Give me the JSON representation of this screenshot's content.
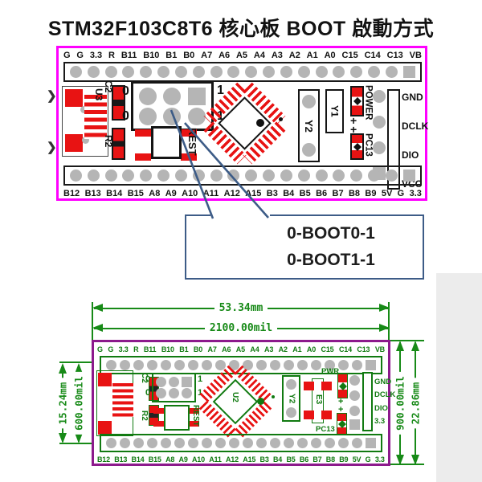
{
  "title": "STM32F103C8T6 核心板 BOOT 啟動方式",
  "colors": {
    "top_board_border": "#ff00ff",
    "bottom_board_border": "#8c1a8c",
    "cad_green": "#178a17",
    "component_red": "#e81313",
    "callout_blue": "#3d5c87"
  },
  "callout": {
    "line1": "0-BOOT0-1",
    "line2": "0-BOOT1-1"
  },
  "top_board": {
    "top_pin_labels": [
      "G",
      "G",
      "3.3",
      "R",
      "B11",
      "B10",
      "B1",
      "B0",
      "A7",
      "A6",
      "A5",
      "A4",
      "A3",
      "A2",
      "A1",
      "A0",
      "C15",
      "C14",
      "C13",
      "VB"
    ],
    "bottom_pin_labels": [
      "B12",
      "B13",
      "B14",
      "B15",
      "A8",
      "A9",
      "A10",
      "A11",
      "A12",
      "A15",
      "B3",
      "B4",
      "B5",
      "B6",
      "B7",
      "B8",
      "B9",
      "5V",
      "G",
      "3.3"
    ],
    "right_header_labels": [
      "GND",
      "DCLK",
      "DIO",
      "VCC"
    ],
    "jumper": {
      "left": [
        "0",
        "0"
      ],
      "right": [
        "1",
        "1"
      ]
    },
    "components": {
      "u3": "U3",
      "c2": "C2",
      "r2": "R2",
      "rest": "REST",
      "y1": "Y1",
      "y2": "Y2",
      "power": "POWER",
      "power_plus": "+",
      "pc13_plus": "+",
      "pc13": "PC13"
    }
  },
  "bottom_board": {
    "top_pin_labels": [
      "G",
      "G",
      "3.3",
      "R",
      "B11",
      "B10",
      "B1",
      "B0",
      "A7",
      "A6",
      "A5",
      "A4",
      "A3",
      "A2",
      "A1",
      "A0",
      "C15",
      "C14",
      "C13",
      "VB"
    ],
    "bottom_pin_labels": [
      "B12",
      "B13",
      "B14",
      "B15",
      "A8",
      "A9",
      "A10",
      "A11",
      "A12",
      "A15",
      "B3",
      "B4",
      "B5",
      "B6",
      "B7",
      "B8",
      "B9",
      "5V",
      "G",
      "3.3"
    ],
    "right_header_labels": [
      "GND",
      "DCLK",
      "DIO",
      "3.3"
    ],
    "jumper": {
      "left": [
        "0",
        "0"
      ],
      "right": [
        "1",
        "1"
      ]
    },
    "components": {
      "c2": "C2",
      "r2": "R2",
      "rest": "REST",
      "u2": "U2",
      "y2": "Y2",
      "e3": "E3",
      "pwr": "PWR",
      "plus1": "+",
      "plus2": "+",
      "pc13": "PC13"
    },
    "dimensions": {
      "width_mm": "53.34mm",
      "width_mil": "2100.00mil",
      "left_mm": "15.24mm",
      "left_mil": "600.00mil",
      "right_mil": "900.00mil",
      "right_mm": "22.86mm"
    }
  }
}
